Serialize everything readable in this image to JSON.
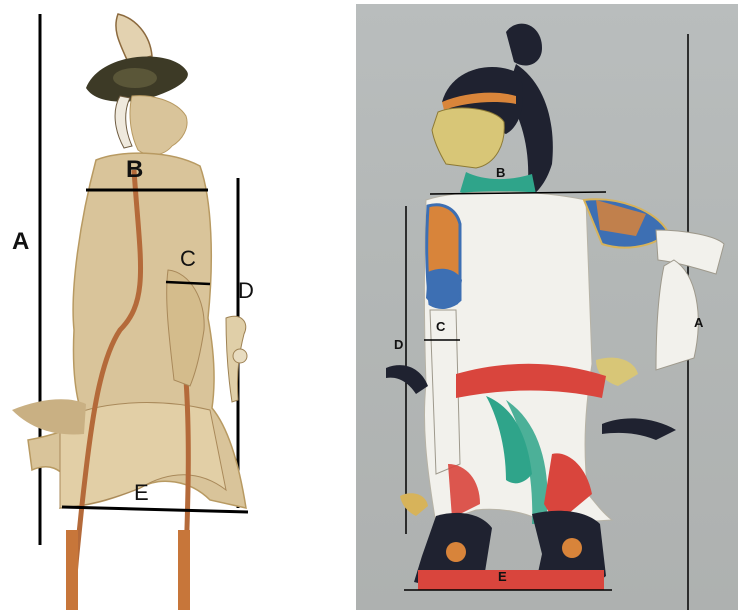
{
  "left_figure": {
    "labels": {
      "A": "A",
      "B": "B",
      "C": "C",
      "D": "D",
      "E": "E"
    }
  },
  "right_figure": {
    "labels": {
      "A": "A",
      "B": "B",
      "C": "C",
      "D": "D",
      "E": "E"
    }
  },
  "colors": {
    "left_puppet": "#d9c49a",
    "left_puppet_shadow": "#b89a62",
    "left_hat": "#3d3a26",
    "left_rod": "#b46a3a",
    "right_bg": "#b5b9b8",
    "right_body": "#f2f1ec",
    "right_hair": "#1f2230",
    "right_face": "#d8c677",
    "right_red": "#d9453d",
    "right_teal": "#2fa48a",
    "right_blue": "#3d6fb3",
    "right_orange": "#d8843a",
    "right_gold": "#d7b35a"
  }
}
